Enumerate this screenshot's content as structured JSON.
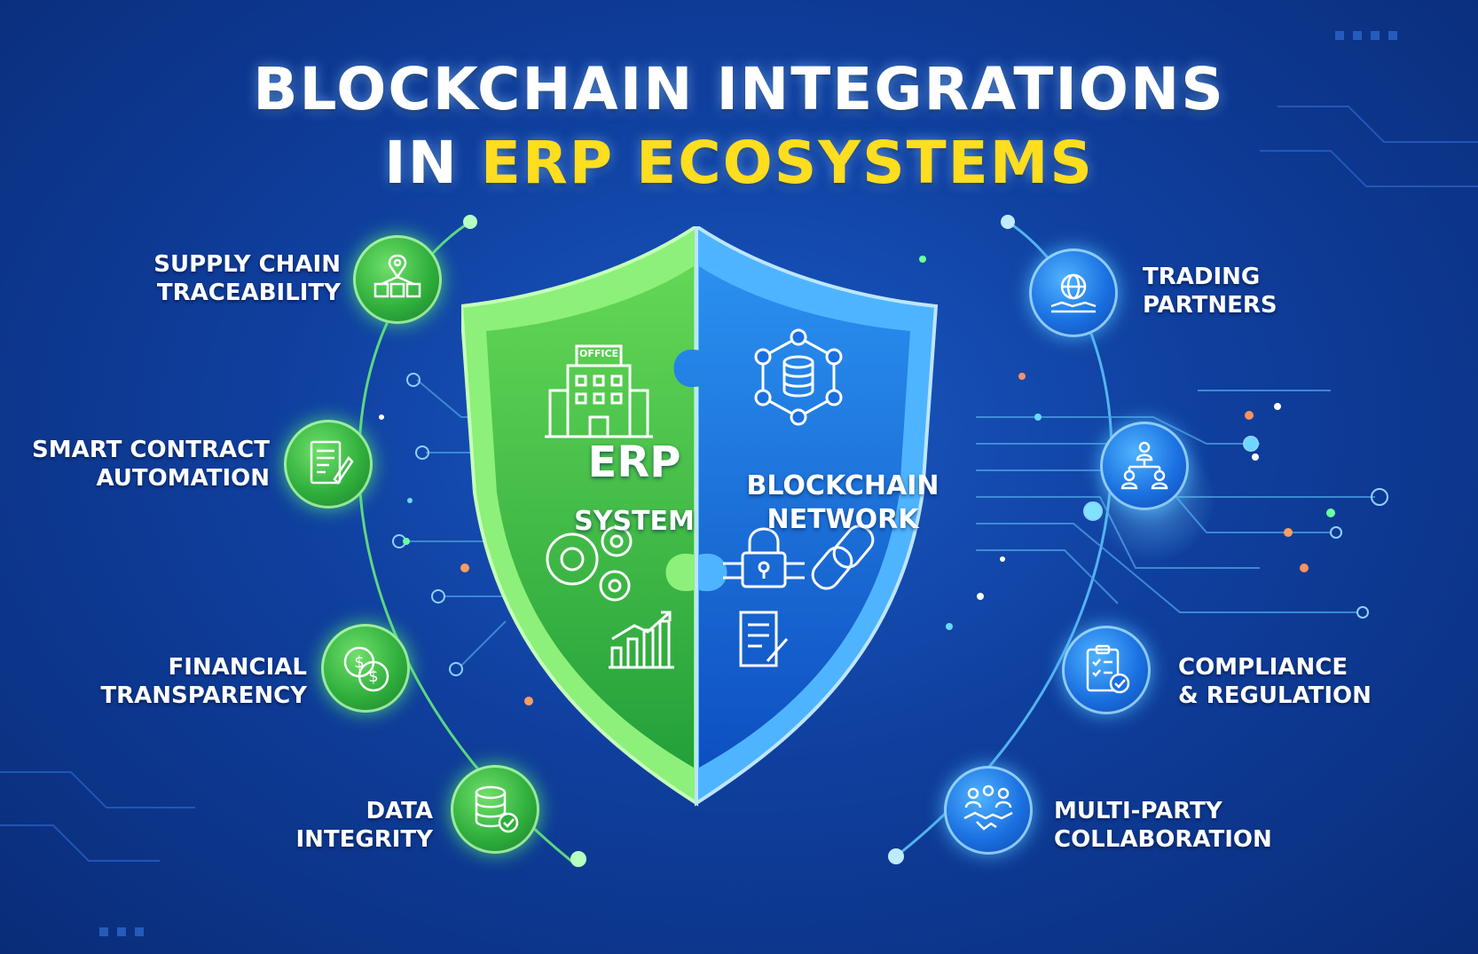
{
  "title": {
    "line1": "BLOCKCHAIN INTEGRATIONS",
    "line2_prefix": "IN",
    "line2_accent": "ERP ECOSYSTEMS"
  },
  "shield": {
    "left_title": "ERP",
    "left_subtitle": "SYSTEM",
    "office_sign": "OFFICE",
    "right_title": "BLOCKCHAIN",
    "right_subtitle": "NETWORK"
  },
  "left_items": [
    {
      "line1": "SUPPLY CHAIN",
      "line2": "TRACEABILITY",
      "icon": "supply-chain-icon"
    },
    {
      "line1": "SMART CONTRACT",
      "line2": "AUTOMATION",
      "icon": "contract-icon"
    },
    {
      "line1": "FINANCIAL",
      "line2": "TRANSPARENCY",
      "icon": "coins-icon"
    },
    {
      "line1": "DATA",
      "line2": "INTEGRITY",
      "icon": "database-check-icon"
    }
  ],
  "right_items": [
    {
      "line1": "TRADING",
      "line2": "PARTNERS",
      "icon": "globe-hand-icon"
    },
    {
      "line1": "",
      "line2": "",
      "icon": "org-chart-icon"
    },
    {
      "line1": "COMPLIANCE",
      "line2": "& REGULATION",
      "icon": "clipboard-check-icon"
    },
    {
      "line1": "MULTI-PARTY",
      "line2": "COLLABORATION",
      "icon": "handshake-icon"
    }
  ],
  "colors": {
    "background": "#0f3f9e",
    "accent_yellow": "#ffdd1f",
    "green": "#2fae3c",
    "blue": "#1a6fe0"
  }
}
